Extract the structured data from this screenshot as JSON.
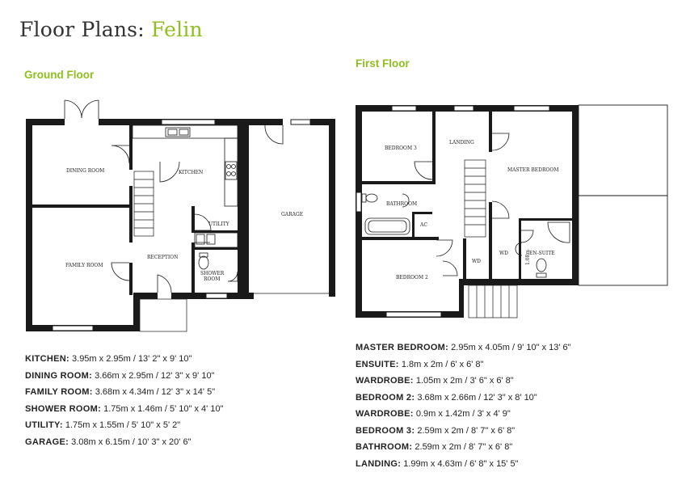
{
  "page": {
    "title_prefix": "Floor Plans:",
    "title_name": "Felin",
    "accent_color": "#8fbf1f"
  },
  "ground_floor": {
    "heading": "Ground Floor",
    "labels": {
      "dining_room": "DINING ROOM",
      "kitchen": "KITCHEN",
      "family_room": "FAMILY ROOM",
      "reception": "RECEPTION",
      "utility": "UTILITY",
      "shower_room_line1": "SHOWER",
      "shower_room_line2": "ROOM",
      "garage": "GARAGE"
    },
    "dimensions": [
      {
        "name": "KITCHEN:",
        "value": "3.95m x 2.95m / 13' 2\" x 9' 10\""
      },
      {
        "name": "DINING ROOM:",
        "value": "3.66m x 2.95m / 12' 3\" x 9' 10\""
      },
      {
        "name": "FAMILY ROOM:",
        "value": "3.68m x 4.34m / 12' 3\" x 14' 5\""
      },
      {
        "name": "SHOWER ROOM:",
        "value": "1.75m x 1.46m / 5' 10\" x 4' 10\""
      },
      {
        "name": "UTILITY:",
        "value": "1.75m x 1.55m / 5' 10\" x 5' 2\""
      },
      {
        "name": "GARAGE:",
        "value": "3.08m x 6.15m / 10' 3\" x 20' 6\""
      }
    ]
  },
  "first_floor": {
    "heading": "First Floor",
    "labels": {
      "bedroom_3": "BEDROOM 3",
      "landing": "LANDING",
      "master_bedroom": "MASTER BEDROOM",
      "bathroom": "BATHROOM",
      "ac": "AC",
      "wd_1": "WD",
      "wd_2": "WD",
      "en_suite": "EN-SUITE",
      "bedroom_2": "BEDROOM 2",
      "measure": "1.08m"
    },
    "dimensions": [
      {
        "name": "MASTER BEDROOM:",
        "value": "2.95m x 4.05m / 9' 10\" x 13' 6\""
      },
      {
        "name": "ENSUITE:",
        "value": "1.8m x 2m / 6' x 6' 8\""
      },
      {
        "name": "WARDROBE:",
        "value": "1.05m x 2m / 3' 6\" x 6' 8\""
      },
      {
        "name": "BEDROOM 2:",
        "value": "3.68m x 2.66m / 12' 3\" x 8' 10\""
      },
      {
        "name": "WARDROBE:",
        "value": "0.9m x 1.42m / 3' x 4' 9\""
      },
      {
        "name": "BEDROOM 3:",
        "value": "2.59m x 2m / 8' 7\" x 6' 8\""
      },
      {
        "name": "BATHROOM:",
        "value": "2.59m x 2m / 8' 7\" x 6' 8\""
      },
      {
        "name": "LANDING:",
        "value": "1.99m x 4.63m / 6' 8\" x 15' 5\""
      }
    ]
  }
}
